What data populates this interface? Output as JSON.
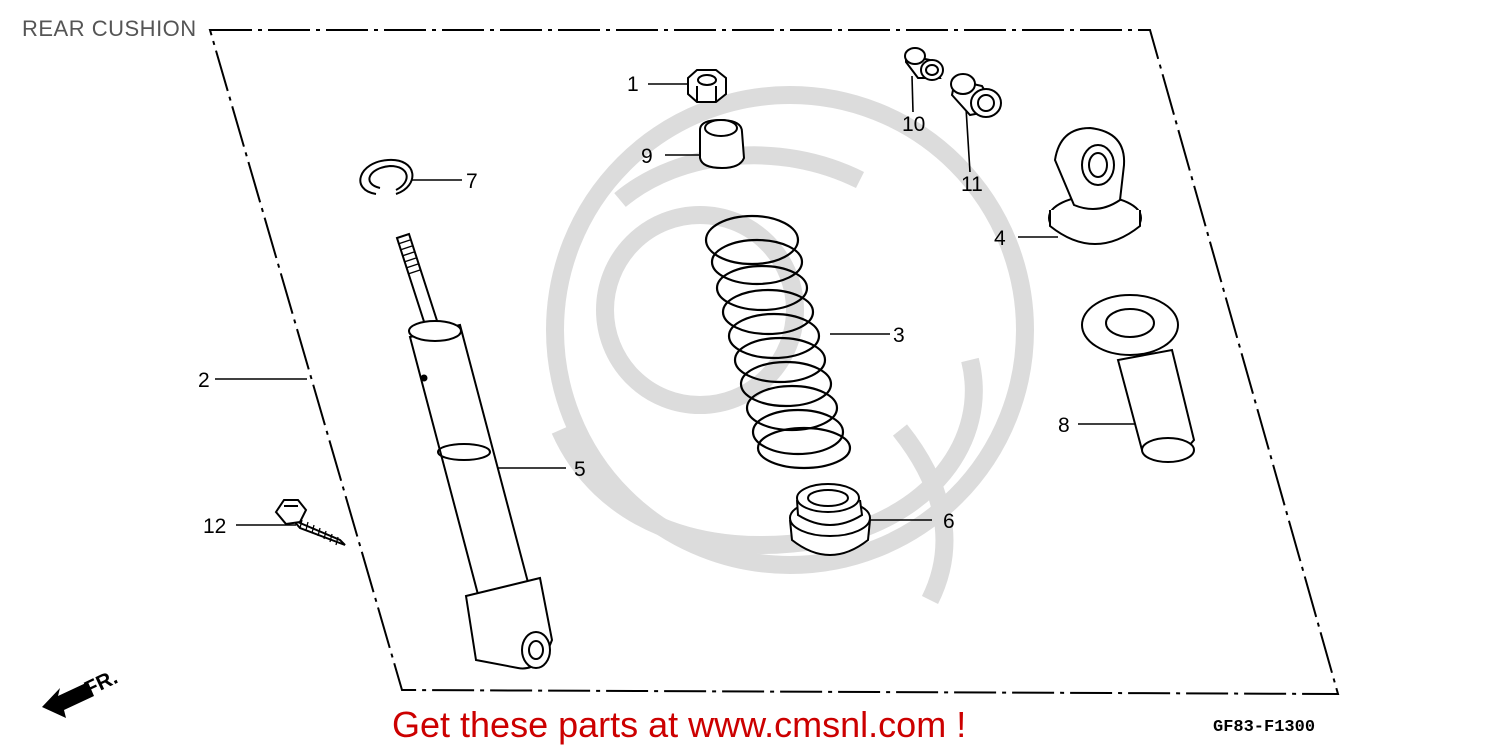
{
  "title": "REAR CUSHION",
  "callouts": {
    "c1": "1",
    "c2": "2",
    "c3": "3",
    "c4": "4",
    "c5": "5",
    "c6": "6",
    "c7": "7",
    "c8": "8",
    "c9": "9",
    "c10": "10",
    "c11": "11",
    "c12": "12"
  },
  "direction_label": "FR.",
  "footer": {
    "promo": "Get these parts at www.cmsnl.com !",
    "diagram_code": "GF83-F1300"
  },
  "colors": {
    "promo": "#cc0000",
    "title": "#555555",
    "watermark": "#d8d8d8"
  }
}
